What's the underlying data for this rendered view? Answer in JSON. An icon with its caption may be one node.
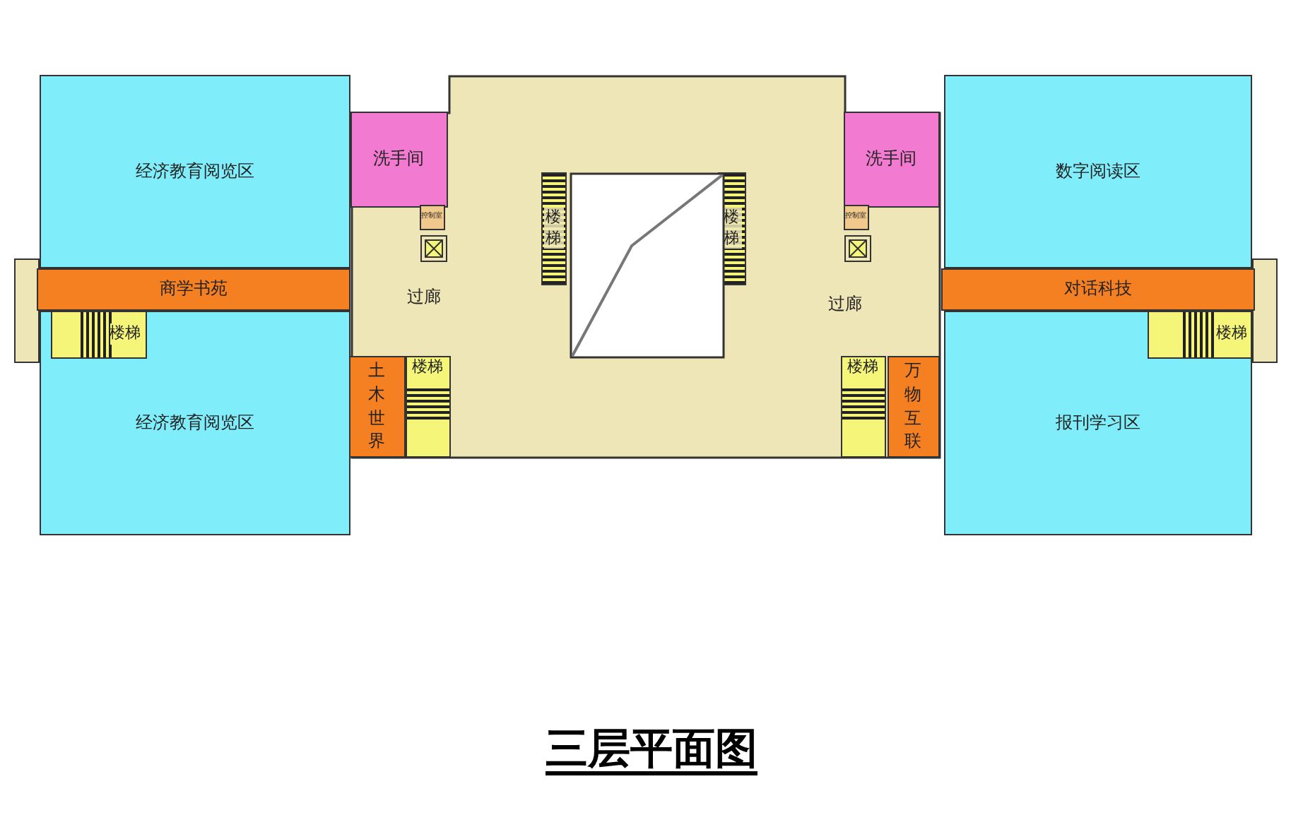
{
  "diagram": {
    "title": "三层平面图",
    "nodes": [
      {
        "text": [
          "过廊",
          "过廊"
        ]
      },
      {
        "text": [
          "经济教育阅览区"
        ]
      },
      {
        "text": [
          "洗手间"
        ],
        "in": 0
      },
      {
        "text": [
          "洗手间"
        ],
        "in": 0
      },
      {
        "text": [
          "数字阅读区"
        ]
      },
      {
        "text": [
          "控制室"
        ],
        "in": 0
      },
      {
        "text": [
          "控制室"
        ],
        "in": 0
      },
      {
        "text": [
          "楼梯"
        ],
        "in": 0
      },
      {
        "text": [
          "楼梯"
        ],
        "in": 0
      },
      {
        "text": [
          "商学书苑"
        ]
      },
      {
        "text": [
          "对话科技"
        ]
      },
      {
        "text": [
          "楼梯"
        ],
        "in": 13
      },
      {
        "text": [
          "楼梯"
        ],
        "in": 18
      },
      {
        "text": [
          "经济教育阅览区"
        ]
      },
      {
        "text": [
          "土木世界"
        ],
        "in": 0
      },
      {
        "text": [
          "楼梯"
        ],
        "in": 0
      },
      {
        "text": [
          "楼梯"
        ],
        "in": 0
      },
      {
        "text": [
          "万物互联"
        ],
        "in": 0
      },
      {
        "text": [
          "报刊学习区"
        ]
      },
      {
        "text": [],
        "shape": "box"
      },
      {
        "text": [],
        "shape": "box"
      }
    ],
    "edges": []
  }
}
